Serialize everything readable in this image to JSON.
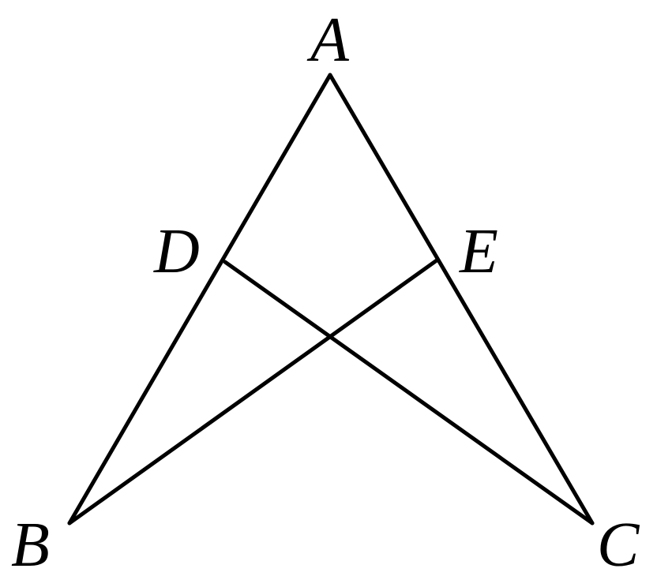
{
  "diagram": {
    "points": {
      "A": "A",
      "B": "B",
      "C": "C",
      "D": "D",
      "E": "E"
    },
    "segments": [
      "AB",
      "AC",
      "BE",
      "CD"
    ],
    "line_color": "#000000"
  }
}
